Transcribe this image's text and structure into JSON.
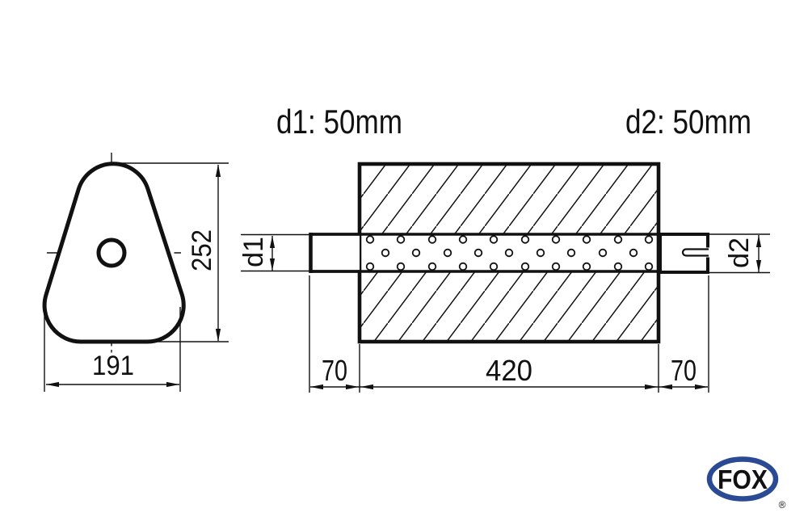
{
  "callouts": {
    "d1": "d1: 50mm",
    "d2": "d2: 50mm"
  },
  "dim_labels": {
    "d1": "d1",
    "d2": "d2"
  },
  "dimensions": {
    "height": "252",
    "width": "191",
    "inlet": "70",
    "body": "420",
    "outlet": "70"
  },
  "logo": {
    "brand": "FOX",
    "registered": "®",
    "color": "#2b4a94"
  },
  "colors": {
    "line": "#111111",
    "background": "#ffffff"
  }
}
